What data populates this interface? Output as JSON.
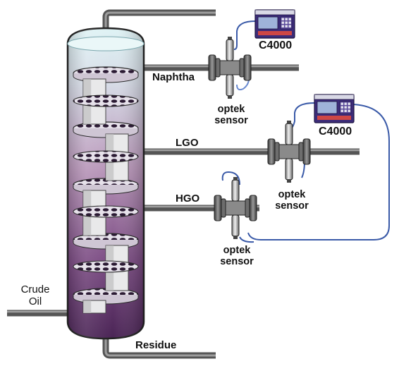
{
  "streams": {
    "naphtha": "Naphtha",
    "lgo": "LGO",
    "hgo": "HGO",
    "crude_oil_line1": "Crude",
    "crude_oil_line2": "Oil",
    "residue": "Residue"
  },
  "analyzers": [
    {
      "label": "C4000"
    },
    {
      "label": "C4000"
    }
  ],
  "sensors": [
    {
      "line1": "optek",
      "line2": "sensor"
    },
    {
      "line1": "optek",
      "line2": "sensor"
    },
    {
      "line1": "optek",
      "line2": "sensor"
    }
  ],
  "colors": {
    "pipe": "#6b6b6b",
    "cable": "#3a5aa8",
    "column_top": "#d9eef2",
    "column_bottom": "#4d2a57",
    "analyzer_body": "#3c2c7a"
  }
}
